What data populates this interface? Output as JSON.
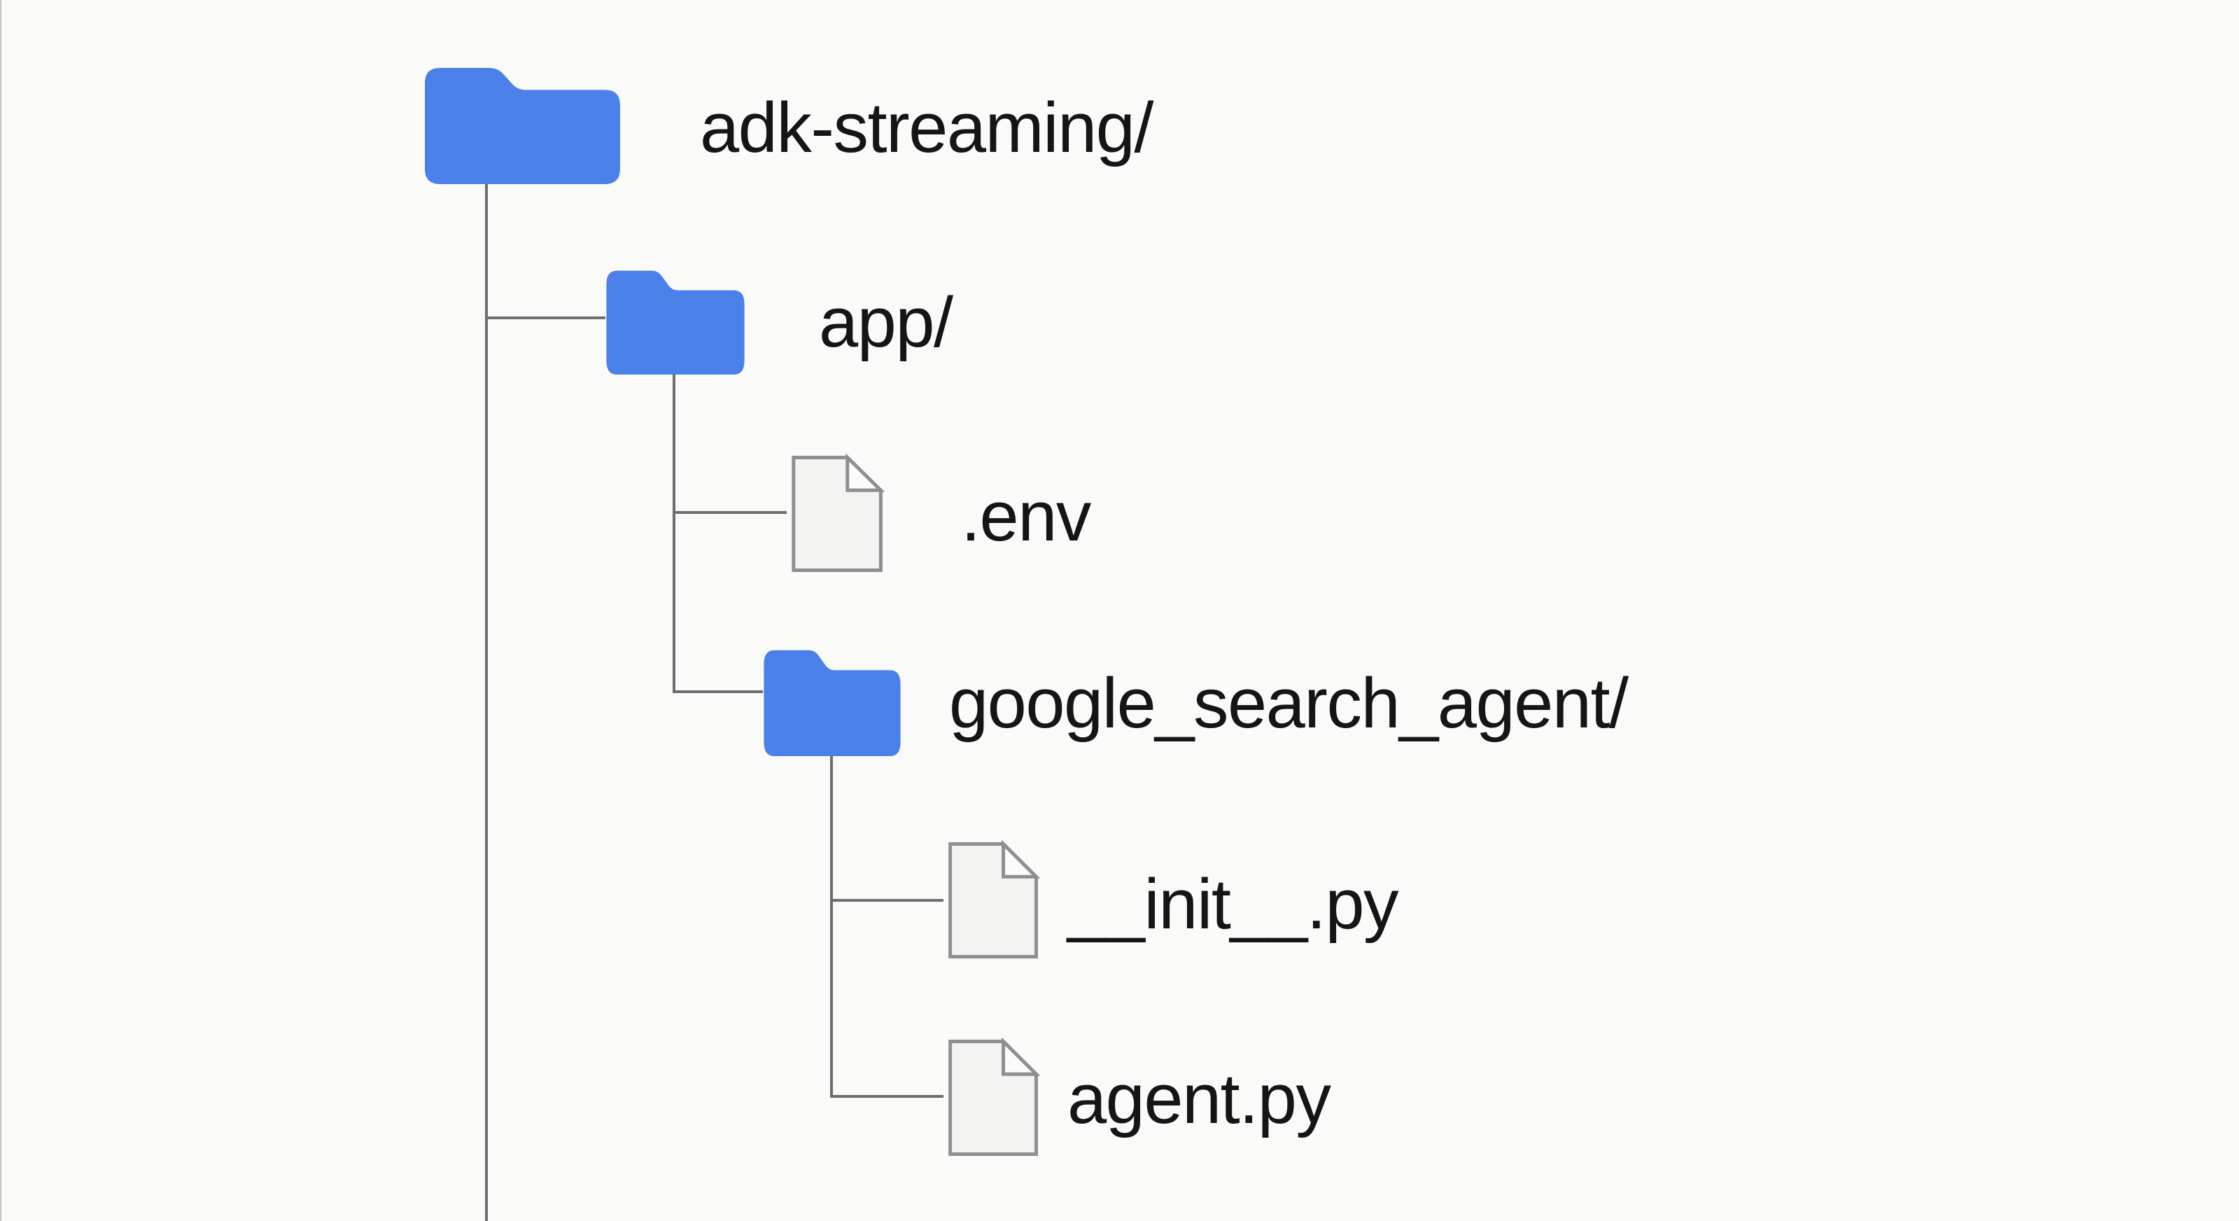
{
  "diagram": {
    "type": "file-tree",
    "colors": {
      "background": "#FAFAF8",
      "folder_blue": "#4A80E8",
      "line_gray": "#6E6E6E",
      "file_border": "#8F8F8F",
      "file_fill": "#F3F3F1",
      "fold_fill": "#FBFBF9",
      "text": "#151515",
      "edge_line": "#C4C4C4"
    },
    "nodes": [
      {
        "id": "root",
        "label": "adk-streaming/",
        "type": "folder",
        "depth": 0
      },
      {
        "id": "app",
        "label": "app/",
        "type": "folder",
        "depth": 1
      },
      {
        "id": "env",
        "label": ".env",
        "type": "file",
        "depth": 2
      },
      {
        "id": "gsa",
        "label": "google_search_agent/",
        "type": "folder",
        "depth": 2
      },
      {
        "id": "init",
        "label": "__init__.py",
        "type": "file",
        "depth": 3
      },
      {
        "id": "agent",
        "label": "agent.py",
        "type": "file",
        "depth": 3
      }
    ]
  }
}
